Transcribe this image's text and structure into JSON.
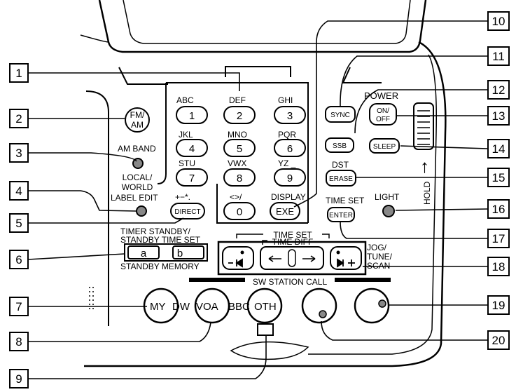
{
  "callouts": [
    "1",
    "2",
    "3",
    "4",
    "5",
    "6",
    "7",
    "8",
    "9",
    "10",
    "11",
    "12",
    "13",
    "14",
    "15",
    "16",
    "17",
    "18",
    "19",
    "20"
  ],
  "keypad": {
    "letters": [
      "ABC",
      "DEF",
      "GHI",
      "JKL",
      "MNO",
      "PQR",
      "STU",
      "VWX",
      "YZ _"
    ],
    "digits": [
      "1",
      "2",
      "3",
      "4",
      "5",
      "6",
      "7",
      "8",
      "9"
    ],
    "symbols_label": "+−*.",
    "symbols2_label": "<>/",
    "zero": "0",
    "direct": "DIRECT"
  },
  "left": {
    "fm_am": [
      "FM/",
      "AM"
    ],
    "am_band": "AM BAND",
    "local_world": [
      "LOCAL/",
      "WORLD"
    ],
    "label_edit": "LABEL EDIT",
    "timer_standby": "TIMER STANDBY/",
    "standby_time_set": "STANDBY TIME SET",
    "btn_a": "a",
    "btn_b": "b",
    "standby_memory": "STANDBY MEMORY"
  },
  "right": {
    "sync": "SYNC",
    "ssb": "SSB",
    "power": "POWER",
    "on_off": [
      "ON/",
      "OFF"
    ],
    "sleep": "SLEEP",
    "dst": "DST",
    "erase": "ERASE",
    "display": "DISPLAY",
    "exe": "EXE",
    "time_set": "TIME SET",
    "enter": "ENTER",
    "light": "LIGHT",
    "hold": "HOLD",
    "hold_arrow": "↑"
  },
  "jog": {
    "time_set": "TIME SET",
    "time_diff": "TIME DIFF",
    "jog_tune_scan": [
      "JOG/",
      "TUNE/",
      "SCAN"
    ]
  },
  "station_call": {
    "title": "SW STATION CALL",
    "buttons": [
      "MY",
      "DW",
      "VOA",
      "BBC",
      "OTH"
    ]
  }
}
